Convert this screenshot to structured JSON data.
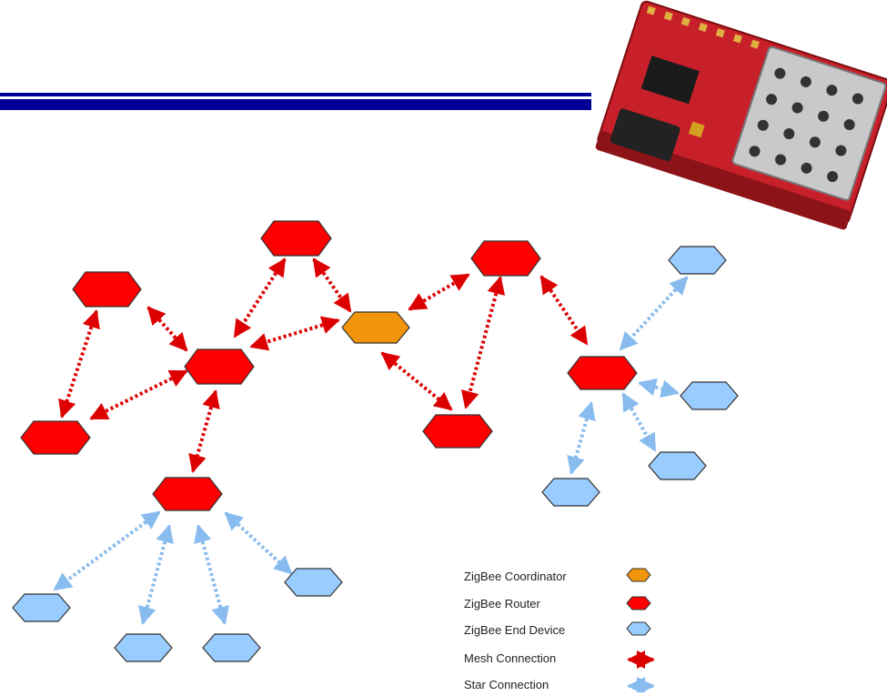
{
  "colors": {
    "coordinator": "#f2950c",
    "router": "#ff0000",
    "end_device": "#99ccff",
    "mesh_arrow": "#dd0000",
    "star_arrow": "#88bbee",
    "header_bar": "#000099"
  },
  "legend": {
    "coordinator": "ZigBee Coordinator",
    "router": "ZigBee Router",
    "end_device": "ZigBee End Device",
    "mesh": "Mesh Connection",
    "star": "Star Connection"
  },
  "image": {
    "module": "zigbee-module-photo"
  }
}
